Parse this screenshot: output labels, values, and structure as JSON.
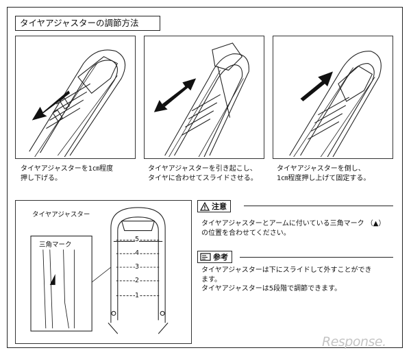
{
  "title": "タイヤアジャスターの調節方法",
  "steps": [
    {
      "caption_line1": "タイヤアジャスターを1㎝程度",
      "caption_line2": "押し下げる。"
    },
    {
      "caption_line1": "タイヤアジャスターを引き起こし、",
      "caption_line2": "タイヤに合わせてスライドさせる。"
    },
    {
      "caption_line1": "タイヤアジャスターを倒し、",
      "caption_line2": "1㎝程度押し上げて固定する。"
    }
  ],
  "diagram": {
    "adjuster_label": "タイヤアジャスター",
    "mark_label": "三角マーク",
    "levels": [
      "5",
      "4",
      "3",
      "2",
      "1"
    ]
  },
  "caution": {
    "label": "注意",
    "text_line1": "タイヤアジャスターとアームに付いている三角マーク （▲）",
    "text_line2": "の位置を合わせてください。"
  },
  "reference": {
    "label": "参考",
    "text_line1": "タイヤアジャスターは下にスライドして外すことができ",
    "text_line2": "ます。",
    "text_line3": "タイヤアジャスターは5段階で調節できます。"
  },
  "watermark": "Response."
}
